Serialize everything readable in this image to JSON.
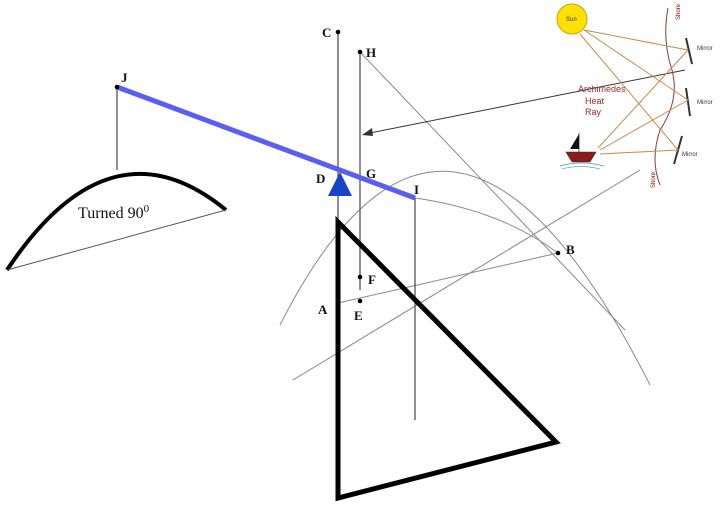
{
  "points": {
    "a": "A",
    "b": "B",
    "c": "C",
    "d": "D",
    "e": "E",
    "f": "F",
    "g": "G",
    "h": "H",
    "i": "I",
    "j": "J"
  },
  "caption": {
    "turned_text": "Turned 90",
    "turned_degree": "0"
  },
  "inset": {
    "sun": "Sun",
    "title_line1": "Archimedes",
    "title_line2": "Heat",
    "title_line3": "Ray",
    "mirror_1": "Mirror",
    "mirror_2": "Mirror",
    "mirror_3": "Mirror",
    "shore_top": "Shore",
    "shore_bottom": "Shore"
  },
  "colors": {
    "lever": "#5b5ff0",
    "fulcrum": "#1a44c8",
    "sun": "#ffe000",
    "rays": "#c8894a",
    "inset_text": "#a52a2a"
  }
}
